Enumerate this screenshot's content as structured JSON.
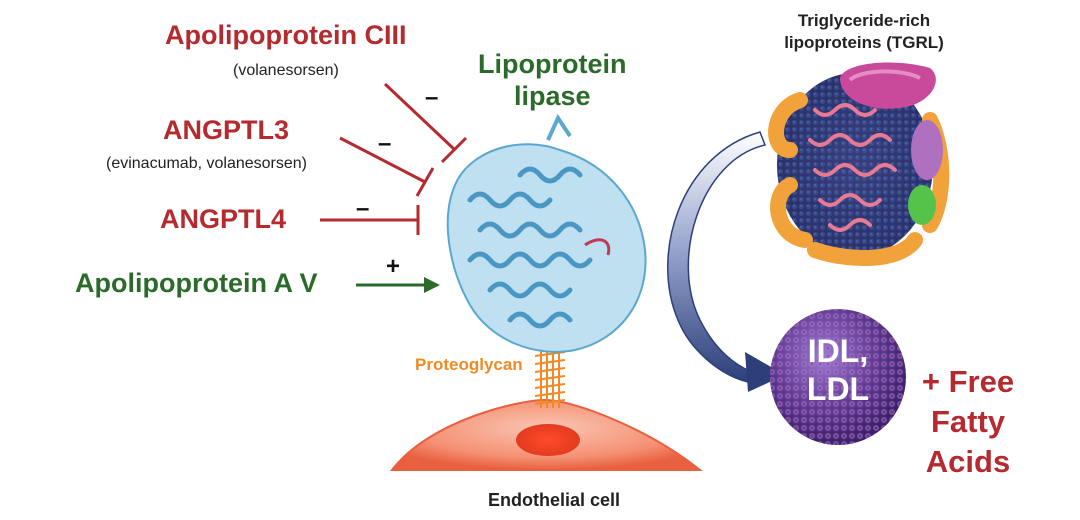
{
  "regulators": {
    "apoc3": {
      "name": "Apolipoprotein CIII",
      "drug": "(volanesorsen)",
      "sign": "–"
    },
    "angptl3": {
      "name": "ANGPTL3",
      "drug": "(evinacumab, volanesorsen)",
      "sign": "–"
    },
    "angptl4": {
      "name": "ANGPTL4",
      "sign": "–"
    },
    "apoa5": {
      "name": "Apolipoprotein A V",
      "sign": "+"
    }
  },
  "enzyme": {
    "line1": "Lipoprotein",
    "line2": "lipase"
  },
  "tgrl": {
    "line1": "Triglyceride-rich",
    "line2": "lipoproteins (TGRL)"
  },
  "product": {
    "particle_line1": "IDL,",
    "particle_line2": "LDL",
    "line1": "+ Free",
    "line2": "Fatty",
    "line3": "Acids"
  },
  "proteoglycan": "Proteoglycan",
  "cell": "Endothelial cell",
  "colors": {
    "inhibitor": "#b52a2e",
    "activator": "#2a6b2a",
    "proteoglycan": "#f08a24",
    "enzyme": "#5aa7cf",
    "particle": "#5b3a8c",
    "cell": "#f26a4a",
    "flow_arrow": "#2c3f7a"
  }
}
